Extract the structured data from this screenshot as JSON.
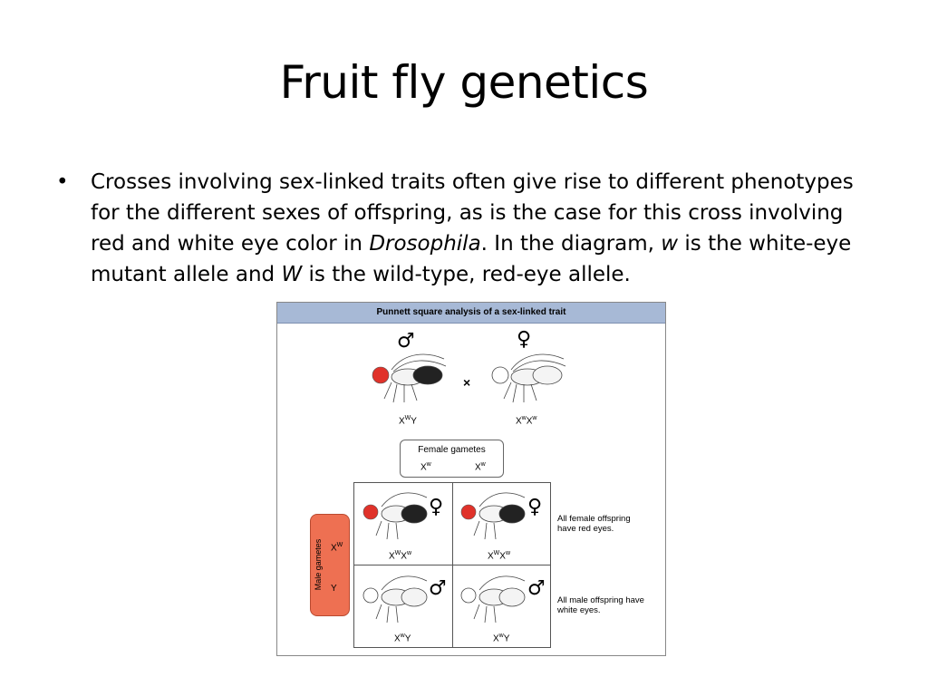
{
  "title": "Fruit fly genetics",
  "bullet": {
    "symbol": "•",
    "part1": "Crosses involving sex-linked traits often give rise to different phenotypes for the different sexes of offspring, as is the case for this cross involving red and white eye color in ",
    "italic1": "Drosophila",
    "part2": ". In the diagram, ",
    "italic2": "w",
    "part3": " is the white-eye mutant allele and ",
    "italic3": "W",
    "part4": " is the wild-type, red-eye allele."
  },
  "figure": {
    "header": "Punnett square analysis of a sex-linked trait",
    "male_symbol": "♂",
    "female_symbol": "♀",
    "cross_symbol": "×",
    "parent_male_genotype": {
      "base1": "X",
      "sup1": "W",
      "base2": "Y"
    },
    "parent_female_genotype": {
      "base1": "X",
      "sup1": "w",
      "base2": "X",
      "sup2": "w"
    },
    "female_gametes_label": "Female gametes",
    "female_gametes": [
      {
        "base": "X",
        "sup": "w"
      },
      {
        "base": "X",
        "sup": "w"
      }
    ],
    "male_gametes_label": "Male gametes",
    "male_gametes": [
      {
        "base": "X",
        "sup": "W"
      },
      {
        "base": "Y",
        "sup": ""
      }
    ],
    "offspring": [
      {
        "sex": "♀",
        "base1": "X",
        "sup1": "W",
        "base2": "X",
        "sup2": "w"
      },
      {
        "sex": "♀",
        "base1": "X",
        "sup1": "W",
        "base2": "X",
        "sup2": "w"
      },
      {
        "sex": "♂",
        "base1": "X",
        "sup1": "w",
        "base2": "Y",
        "sup2": ""
      },
      {
        "sex": "♂",
        "base1": "X",
        "sup1": "w",
        "base2": "Y",
        "sup2": ""
      }
    ],
    "note_female": "All female offspring have red eyes.",
    "note_male": "All male offspring have white eyes."
  },
  "colors": {
    "header_bg": "#a7b9d6",
    "male_gametes_bg": "#ee7052",
    "red_eye": "#e0322a"
  }
}
